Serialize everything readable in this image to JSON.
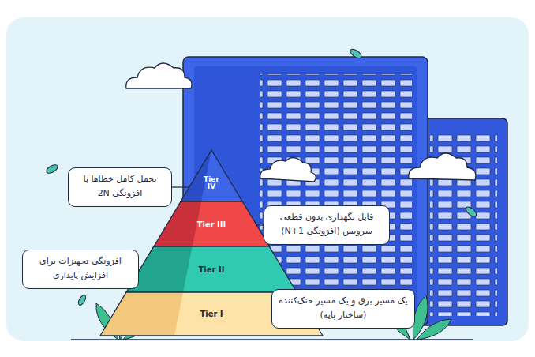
{
  "diagram": {
    "nodes": [
      {
        "text": [
          "تحمل کامل خطاها با افزونگی 2N"
        ]
      },
      {
        "text": [
          "Tier IV"
        ]
      },
      {
        "text": [
          "قابل نگهداری بدون قطعی سرویس (افزونگی N+1)"
        ]
      },
      {
        "text": [
          "Tier III"
        ]
      },
      {
        "text": [
          "افزونگی تجهیزات برای افزایش پایداری"
        ]
      },
      {
        "text": [
          "Tier II"
        ]
      },
      {
        "text": [
          "Tier I"
        ]
      },
      {
        "text": [
          "یک مسیر برق و یک مسیر خنک‌کننده (ساختار پایه)"
        ]
      }
    ],
    "edges": [
      {
        "from": 0,
        "to": 1,
        "arrow": "none"
      },
      {
        "from": 2,
        "to": 3,
        "arrow": "none"
      },
      {
        "from": 4,
        "to": 5,
        "arrow": "none"
      },
      {
        "from": 7,
        "to": 6,
        "arrow": "none"
      }
    ]
  }
}
